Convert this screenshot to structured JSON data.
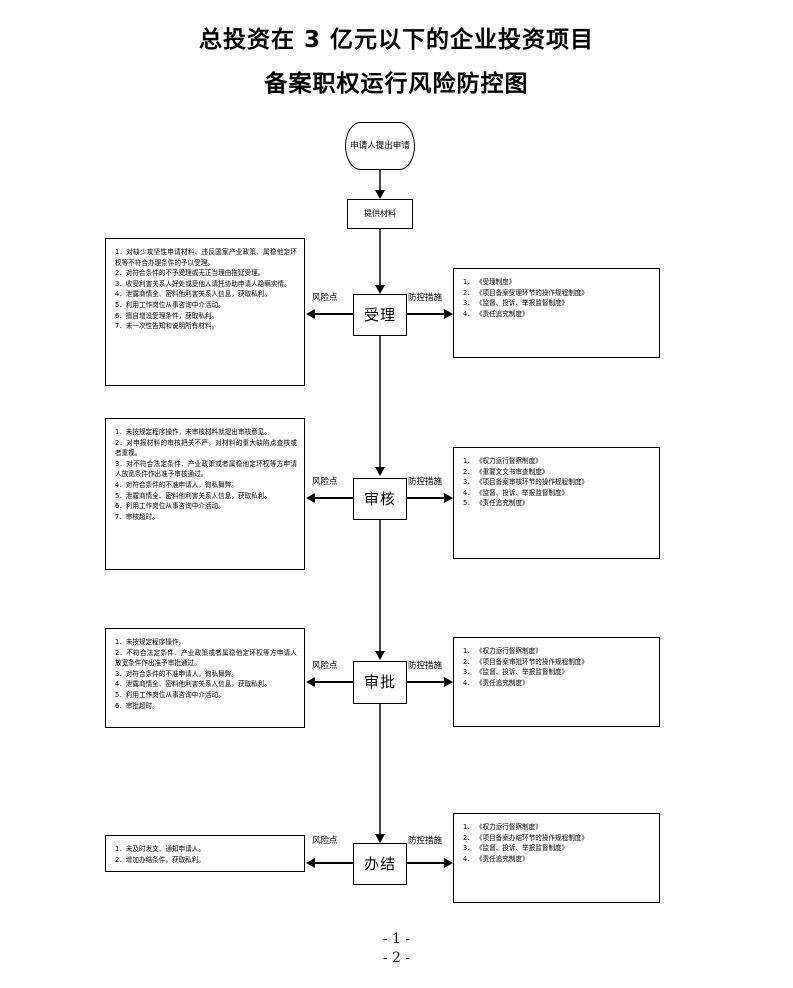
{
  "document": {
    "title_lines": [
      "总投资在 3 亿元以下的企业投资项目",
      "备案职权运行风险防控图"
    ],
    "footer_page_numbers": [
      "- 1 -",
      "- 2 -"
    ]
  },
  "edge_labels": {
    "risk_point": "风险点",
    "control_measure": "防控措施"
  },
  "nodes": {
    "start": "申请人提出申请",
    "submit_materials": "提供材料",
    "accept": "受理",
    "review": "审核",
    "approve": "审批",
    "complete": "办结"
  },
  "risk_boxes": [
    {
      "stage": "受理",
      "items": [
        "1．对缺少攻坚性申请材料、违反国家产业政策、属稳他定环权等不符合办理条件的予以受理。",
        "2．对符合条件的不予受理或无正当理由拖延受理。",
        "3．收受利害关系人好处或受他人请托协助申请人隐瞒实情。",
        "4．泄露商情全、密料他利害关系人信息，获取私利。",
        "5．利用工作岗位从事咨询中介活动。",
        "6．擅自增设受理条件，获取私利。",
        "7．未一次性告知和说明所有材料。"
      ]
    },
    {
      "stage": "审核",
      "items": [
        "1．未按规定程序操作，未审核材料就提出审核意见。",
        "2．对申报材料的审核把关不严，对材料的重大缺陷点查核或者重视。",
        "3．对不符合法定条件、产业政策或者属稳他定环权等方申请人放宽条件作出准予审核通过。",
        "4．对符合条件的不准申请人，徇私舞弊。",
        "5．泄露商情全、密料他利害关系人信息，获取私利。",
        "6．利用工作岗位从事咨询中介活动。",
        "7．审核超时。"
      ]
    },
    {
      "stage": "审批",
      "items": [
        "1．未按规定程序操作。",
        "2．不符合法定条件、产业政策或者属稳他定环权等方申请人放宽条件作出准予审批通过。",
        "3．对符合条件的不准申请人，徇私舞弊。",
        "4．泄露商情全、密料他利害关系人信息，获取私利。",
        "5．利用工作岗位从事咨询中介活动。",
        "6．审批超时。"
      ]
    },
    {
      "stage": "办结",
      "items": [
        "1．未及时发文、通知申请人。",
        "2．增加办结条件，获取私利。"
      ]
    }
  ],
  "measure_boxes": [
    {
      "stage": "受理",
      "items": [
        "1． 《受理制度》",
        "2． 《项目备案受理环节的操作规程制度》",
        "3． 《监督、投诉、举报监督制度》",
        "4． 《责任追究制度》"
      ]
    },
    {
      "stage": "审核",
      "items": [
        "1． 《权力运行督察制度》",
        "2． 《重要文文书审查制度》",
        "3． 《项目备案审核环节的操作规程制度》",
        "4． 《监督、投诉、举报监督制度》",
        "5． 《责任追究制度》"
      ]
    },
    {
      "stage": "审批",
      "items": [
        "1． 《权力运行督察制度》",
        "2． 《项目备案审批环节的操作规程制度》",
        "3． 《监督、投诉、举报监督制度》",
        "4． 《责任追究制度》"
      ]
    },
    {
      "stage": "办结",
      "items": [
        "1． 《权力运行督察制度》",
        "2． 《项目备案办结环节的操作规程制度》",
        "3． 《监督、投诉、举报监督制度》",
        "4． 《责任追究制度》"
      ]
    }
  ]
}
